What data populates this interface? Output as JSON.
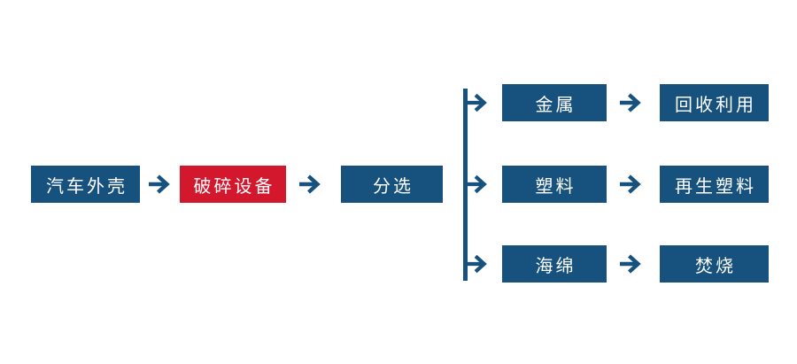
{
  "colors": {
    "blue": "#17527E",
    "red": "#D3182D",
    "node-text": "#FFFFFF",
    "background": "#FFFFFF"
  },
  "diagram": {
    "main_flow": {
      "car_shell": "汽车外壳",
      "crushing_equipment": "破碎设备",
      "sorting": "分选"
    },
    "branches": [
      {
        "material": "金属",
        "disposal": "回收利用"
      },
      {
        "material": "塑料",
        "disposal": "再生塑料"
      },
      {
        "material": "海绵",
        "disposal": "焚烧"
      }
    ]
  }
}
